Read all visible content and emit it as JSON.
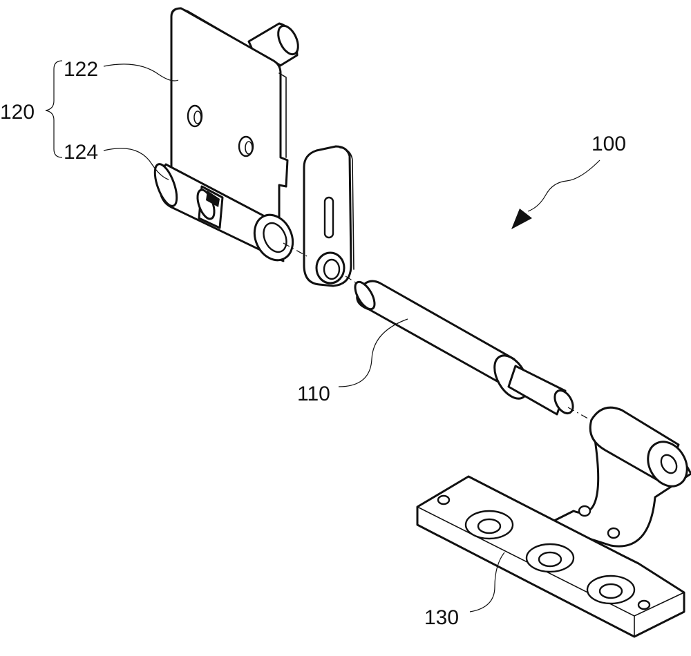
{
  "labels": {
    "assembly": "100",
    "shaft": "110",
    "first_bracket": "120",
    "plate": "122",
    "sleeve": "124",
    "second_bracket": "130"
  },
  "colors": {
    "line": "#111111",
    "background": "#ffffff"
  }
}
